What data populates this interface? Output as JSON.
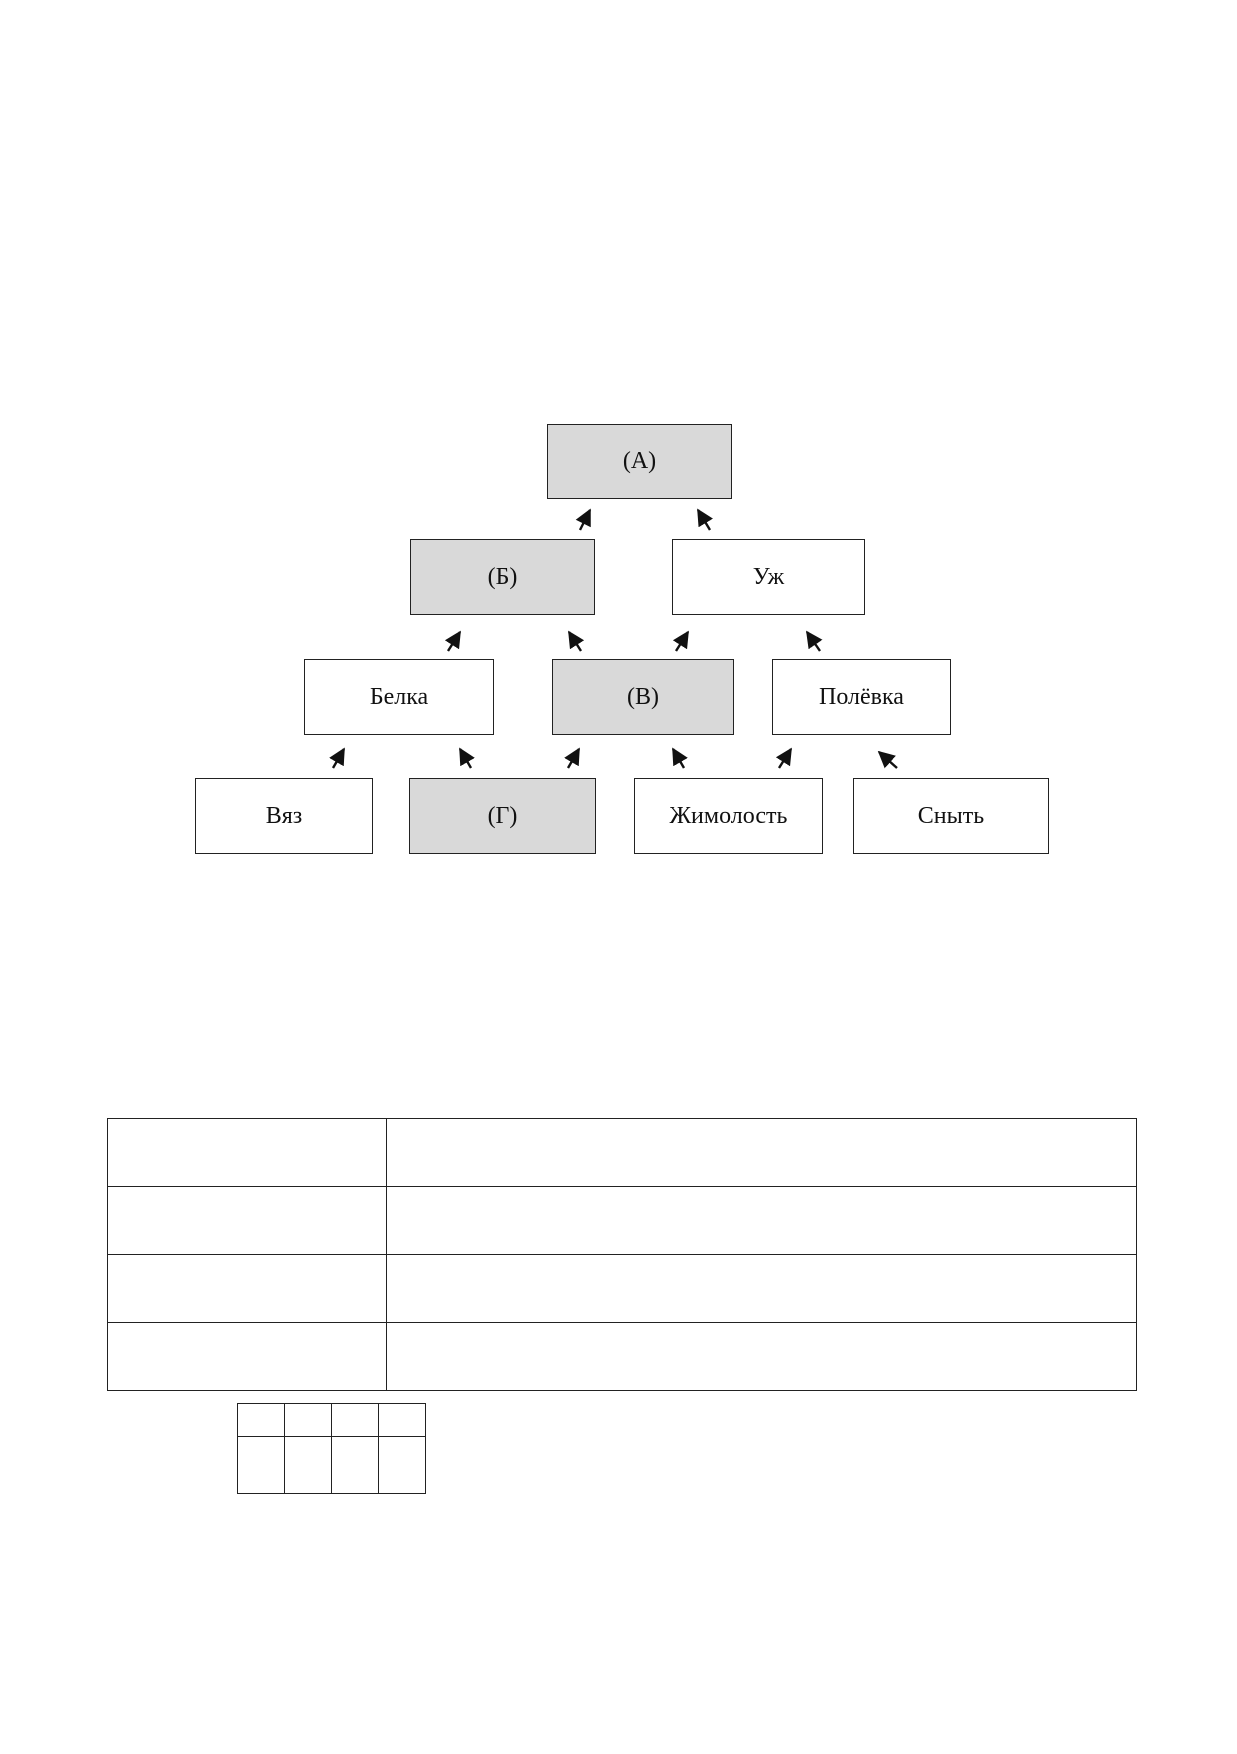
{
  "diagram": {
    "nodes": {
      "a": {
        "label": "(А)",
        "shaded": true
      },
      "b": {
        "label": "(Б)",
        "shaded": true
      },
      "uzh": {
        "label": "Уж",
        "shaded": false
      },
      "belka": {
        "label": "Белка",
        "shaded": false
      },
      "v": {
        "label": "(В)",
        "shaded": true
      },
      "polevka": {
        "label": "Полёвка",
        "shaded": false
      },
      "vyaz": {
        "label": "Вяз",
        "shaded": false
      },
      "g": {
        "label": "(Г)",
        "shaded": true
      },
      "zhimolost": {
        "label": "Жимолость",
        "shaded": false
      },
      "snyt": {
        "label": "Сныть",
        "shaded": false
      }
    },
    "edges": [
      {
        "from": "b",
        "to": "a"
      },
      {
        "from": "uzh",
        "to": "a"
      },
      {
        "from": "belka",
        "to": "b"
      },
      {
        "from": "v",
        "to": "b"
      },
      {
        "from": "v",
        "to": "uzh"
      },
      {
        "from": "polevka",
        "to": "uzh"
      },
      {
        "from": "vyaz",
        "to": "belka"
      },
      {
        "from": "g",
        "to": "belka"
      },
      {
        "from": "g",
        "to": "v"
      },
      {
        "from": "zhimolost",
        "to": "v"
      },
      {
        "from": "zhimolost",
        "to": "polevka"
      },
      {
        "from": "snyt",
        "to": "polevka"
      }
    ],
    "colors": {
      "shaded_fill": "#d9d9d9",
      "line": "#222222"
    }
  },
  "answer_table": {
    "rows": [
      {
        "left": "",
        "right": ""
      },
      {
        "left": "",
        "right": ""
      },
      {
        "left": "",
        "right": ""
      },
      {
        "left": "",
        "right": ""
      }
    ]
  },
  "answer_grid": {
    "header": [
      "",
      "",
      "",
      ""
    ],
    "values": [
      "",
      "",
      "",
      ""
    ]
  }
}
